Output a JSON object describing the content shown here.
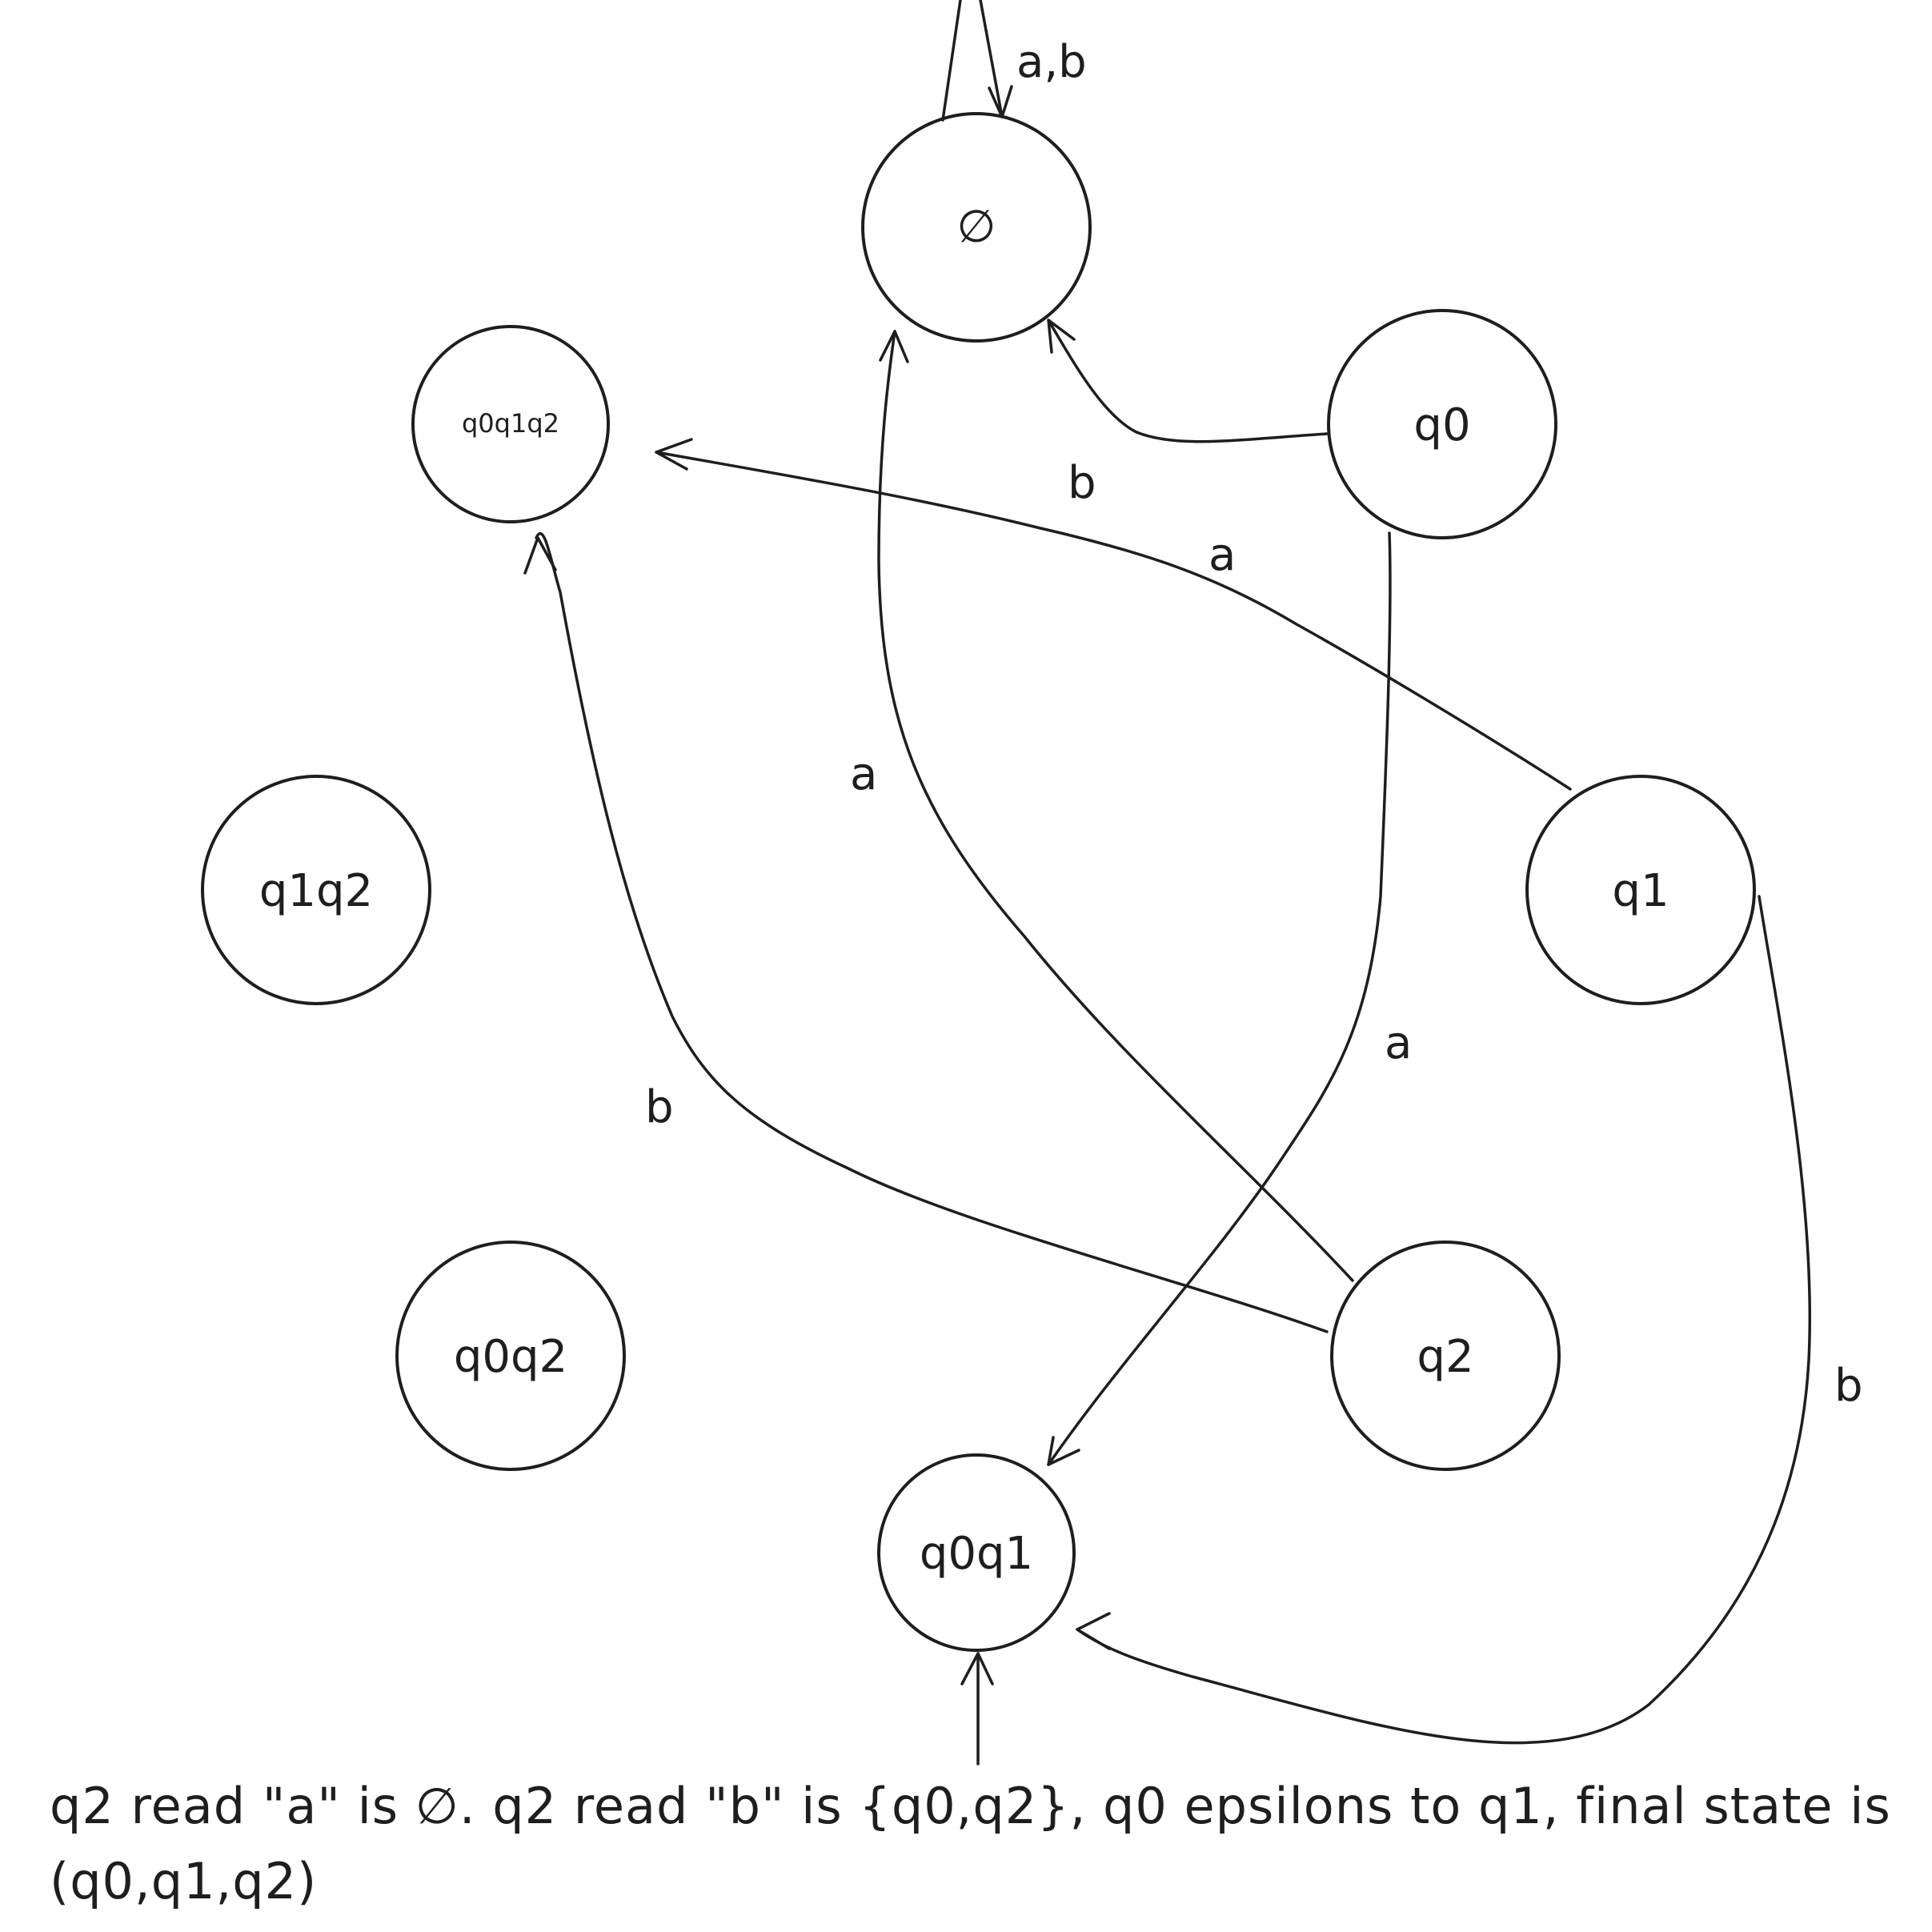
{
  "states": [
    {
      "id": "empty",
      "label": "∅"
    },
    {
      "id": "q0q1q2",
      "label": "q0q1q2"
    },
    {
      "id": "q0",
      "label": "q0"
    },
    {
      "id": "q1q2",
      "label": "q1q2"
    },
    {
      "id": "q1",
      "label": "q1"
    },
    {
      "id": "q0q2",
      "label": "q0q2"
    },
    {
      "id": "q2",
      "label": "q2"
    },
    {
      "id": "q0q1",
      "label": "q0q1"
    }
  ],
  "transitions": [
    {
      "from": "empty",
      "to": "empty",
      "label": "a,b"
    },
    {
      "from": "q0",
      "to": "empty",
      "label": "b"
    },
    {
      "from": "q0",
      "to": "q0q1",
      "label": "a"
    },
    {
      "from": "q1",
      "to": "q0q1q2",
      "label": "a"
    },
    {
      "from": "q1",
      "to": "q0q1",
      "label": "b"
    },
    {
      "from": "q2",
      "to": "empty",
      "label": "a"
    },
    {
      "from": "q2",
      "to": "q0q1q2",
      "label": "b"
    }
  ],
  "start_state": "q0q1",
  "note": "q2 read \"a\" is ∅. q2 read \"b\" is {q0,q2}, q0 epsilons to q1, final state is (q0,q1,q2)"
}
